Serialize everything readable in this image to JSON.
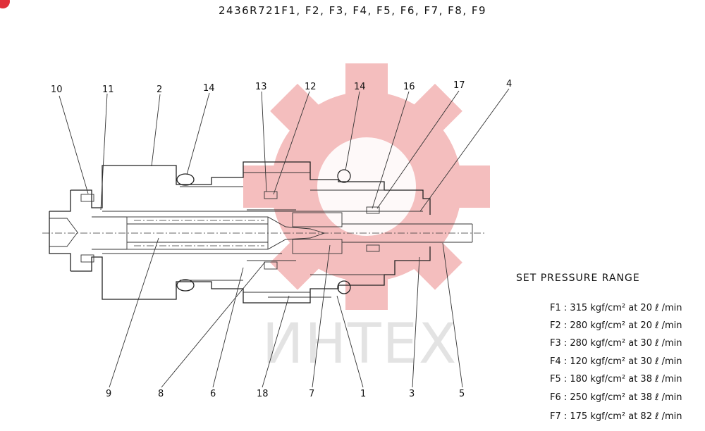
{
  "title": "2436R721F1, F2, F3, F4, F5, F6, F7, F8, F9",
  "watermark": "ИНТЕХ",
  "colors": {
    "watermark_red": "#f3b3b3",
    "badge": "#e0303a",
    "line": "#222222"
  },
  "part_labels": {
    "p10": "10",
    "p11": "11",
    "p2": "2",
    "p14a": "14",
    "p13": "13",
    "p12": "12",
    "p14b": "14",
    "p16": "16",
    "p17": "17",
    "p4": "4",
    "p9": "9",
    "p8": "8",
    "p6": "6",
    "p18": "18",
    "p7": "7",
    "p1": "1",
    "p3": "3",
    "p5": "5"
  },
  "set_pressure": {
    "title": "SET PRESSURE RANGE",
    "items": [
      "F1 : 315 kgf/cm² at 20 ℓ /min",
      "F2 : 280 kgf/cm² at 20 ℓ /min",
      "F3 : 280 kgf/cm² at 30 ℓ /min",
      "F4 : 120 kgf/cm² at 30 ℓ /min",
      "F5 : 180 kgf/cm² at 38 ℓ /min",
      "F6 : 250 kgf/cm² at 38 ℓ /min",
      "F7 : 175 kgf/cm² at 82 ℓ /min"
    ]
  }
}
